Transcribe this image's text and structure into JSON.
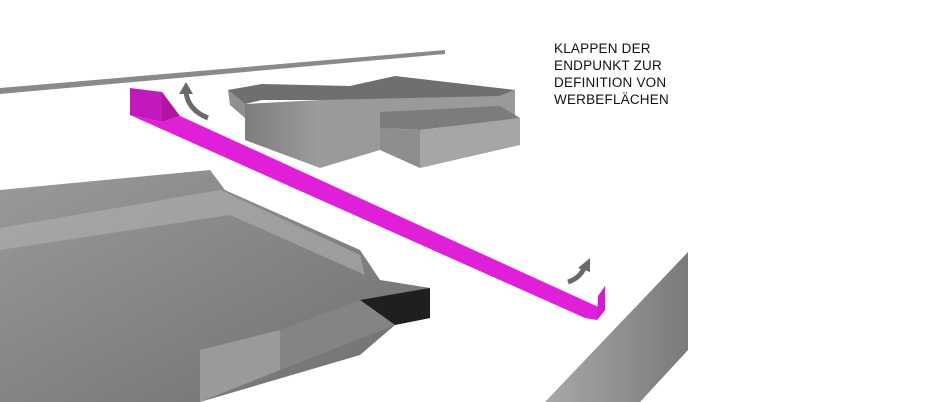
{
  "caption": {
    "lines": [
      "KLAPPEN DER",
      "ENDPUNKT ZUR",
      "DEFINITION VON",
      "WERBEFLÄCHEN"
    ]
  },
  "colors": {
    "ribbon": "#e020d8",
    "building": "#8c8c8c",
    "background": "#ffffff"
  }
}
